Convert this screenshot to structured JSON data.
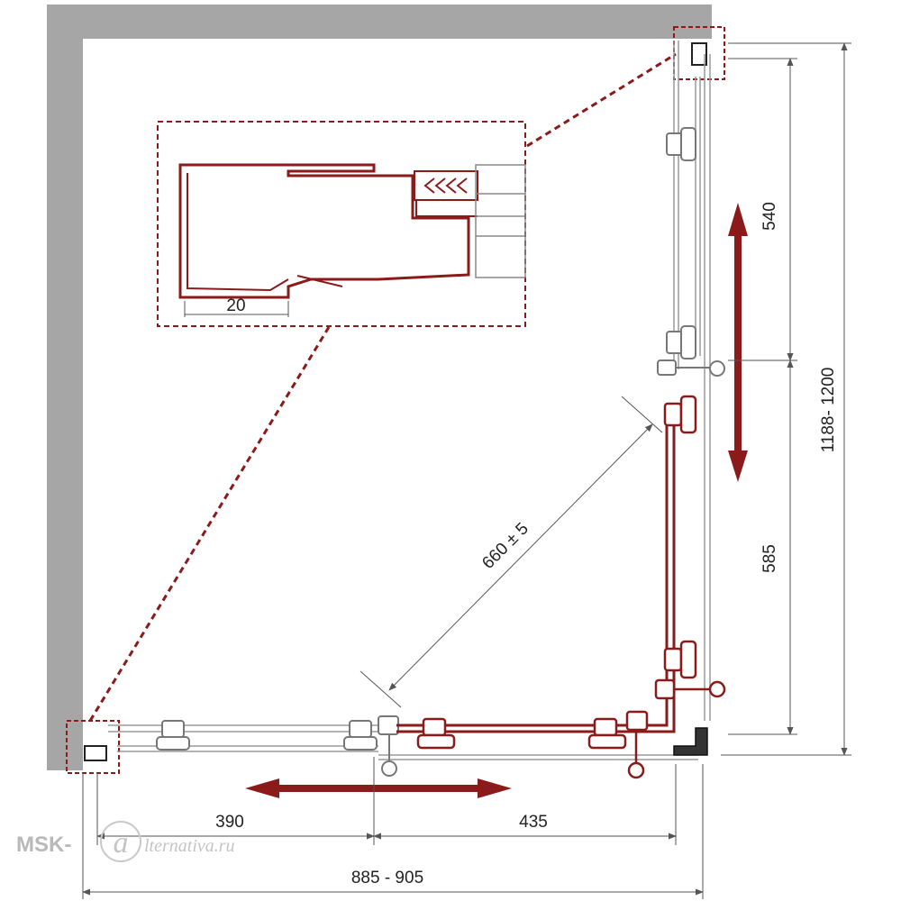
{
  "dimensions": {
    "detail_width": "20",
    "top_segment": "540",
    "lower_segment": "585",
    "total_depth": "1188- 1200",
    "diagonal": "660 ± 5",
    "bottom_left": "390",
    "bottom_right": "435",
    "total_width": "885 - 905"
  },
  "watermark": {
    "prefix": "MSK-",
    "letter": "a",
    "suffix": "lternativa.ru"
  },
  "colors": {
    "wall": "#a6a6a6",
    "frame": "#8b1a1a",
    "dashed": "#8b1a1a",
    "dim_line": "#555555",
    "glass": "#9a9a9a"
  }
}
